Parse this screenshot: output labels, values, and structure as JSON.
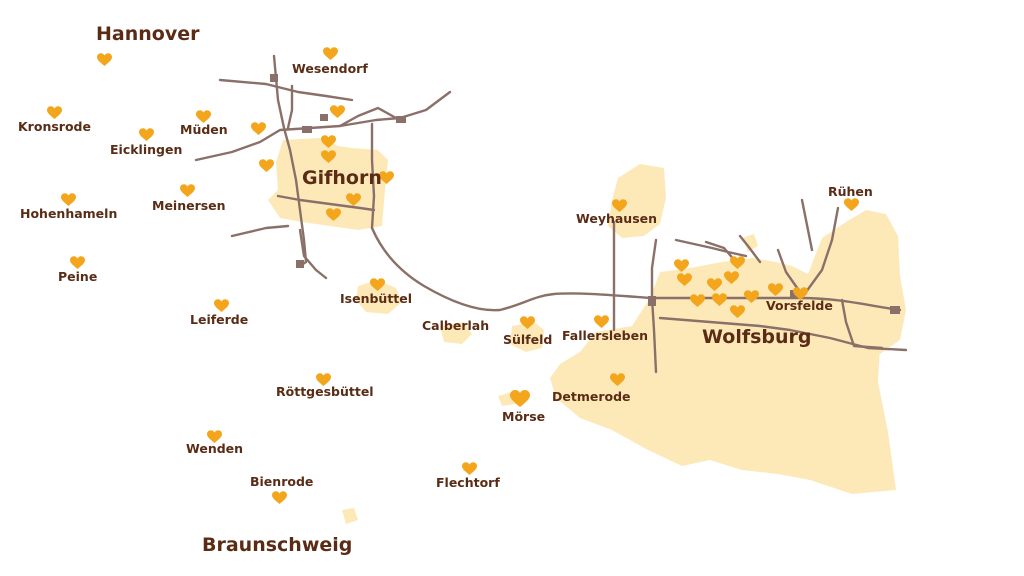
{
  "colors": {
    "area": "#fde9b8",
    "road": "#8a7068",
    "label": "#5a2c16",
    "marker": "#f3a51c"
  },
  "marker_icon": "heart-marker-icon",
  "places": {
    "hannover": "Hannover",
    "wesendorf": "Wesendorf",
    "kronsrode": "Kronsrode",
    "mueden": "Müden",
    "eicklingen": "Eicklingen",
    "gifhorn": "Gifhorn",
    "meinersen": "Meinersen",
    "hohenhameln": "Hohenhameln",
    "peine": "Peine",
    "isenbuettel": "Isenbüttel",
    "leiferde": "Leiferde",
    "calberlah": "Calberlah",
    "weyhausen": "Weyhausen",
    "ruehen": "Rühen",
    "vorsfelde": "Vorsfelde",
    "wolfsburg": "Wolfsburg",
    "fallersleben": "Fallersleben",
    "suelfeld": "Sülfeld",
    "detmerode": "Detmerode",
    "moerse": "Mörse",
    "roettgesbuettel": "Röttgesbüttel",
    "wenden": "Wenden",
    "bienrode": "Bienrode",
    "flechtorf": "Flechtorf",
    "braunschweig": "Braunschweig"
  }
}
